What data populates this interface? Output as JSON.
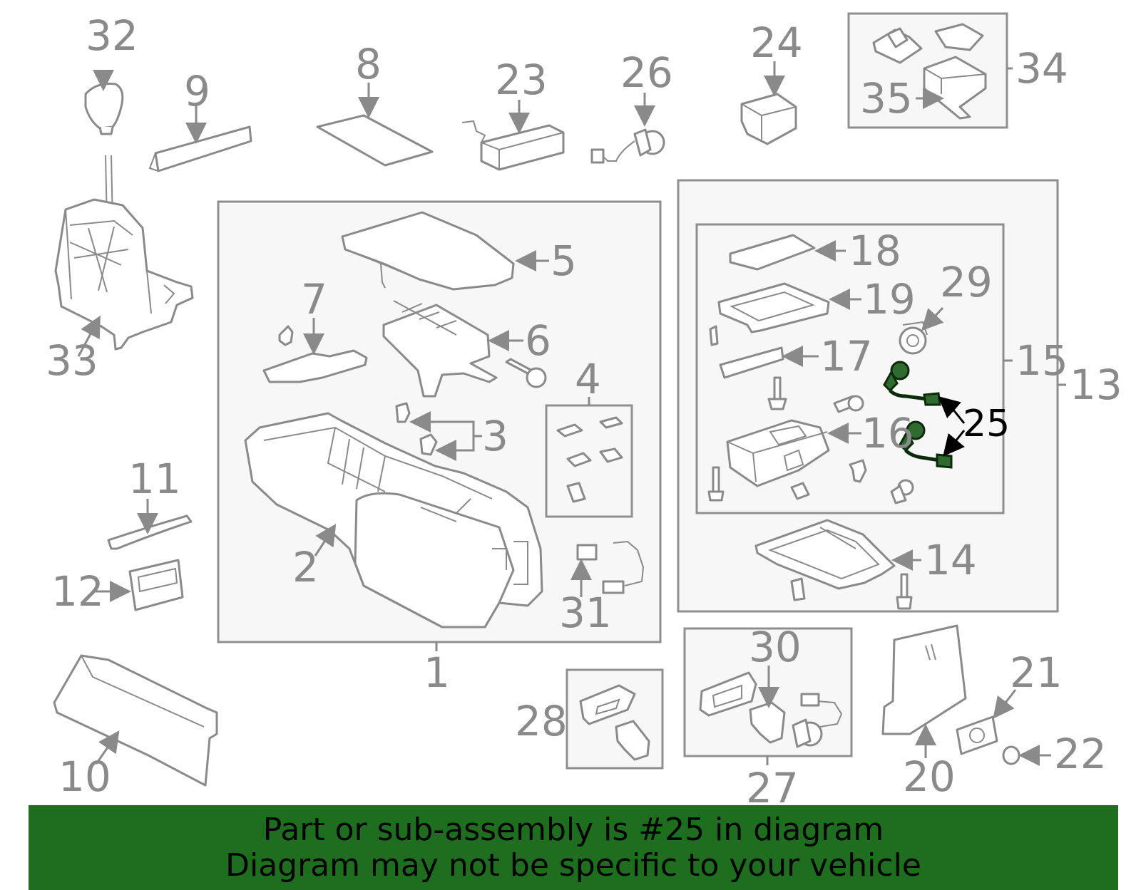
{
  "colors": {
    "parts": "#8a8a8a",
    "highlight_part": "#2f6b2f",
    "banner_background": "#1f6e1f",
    "banner_text": "#000000"
  },
  "callouts": {
    "n1": "1",
    "n2": "2",
    "n3": "3",
    "n4": "4",
    "n5": "5",
    "n6": "6",
    "n7": "7",
    "n8": "8",
    "n9": "9",
    "n10": "10",
    "n11": "11",
    "n12": "12",
    "n13": "13",
    "n14": "14",
    "n15": "15",
    "n16": "16",
    "n17": "17",
    "n18": "18",
    "n19": "19",
    "n20": "20",
    "n21": "21",
    "n22": "22",
    "n23": "23",
    "n24": "24",
    "n25": "25",
    "n26": "26",
    "n27": "27",
    "n28": "28",
    "n29": "29",
    "n30": "30",
    "n31": "31",
    "n32": "32",
    "n33": "33",
    "n34": "34",
    "n35": "35"
  },
  "banner": {
    "line1": "Part or sub-assembly is #25 in diagram",
    "line2": "Diagram may not be specific to your vehicle"
  }
}
